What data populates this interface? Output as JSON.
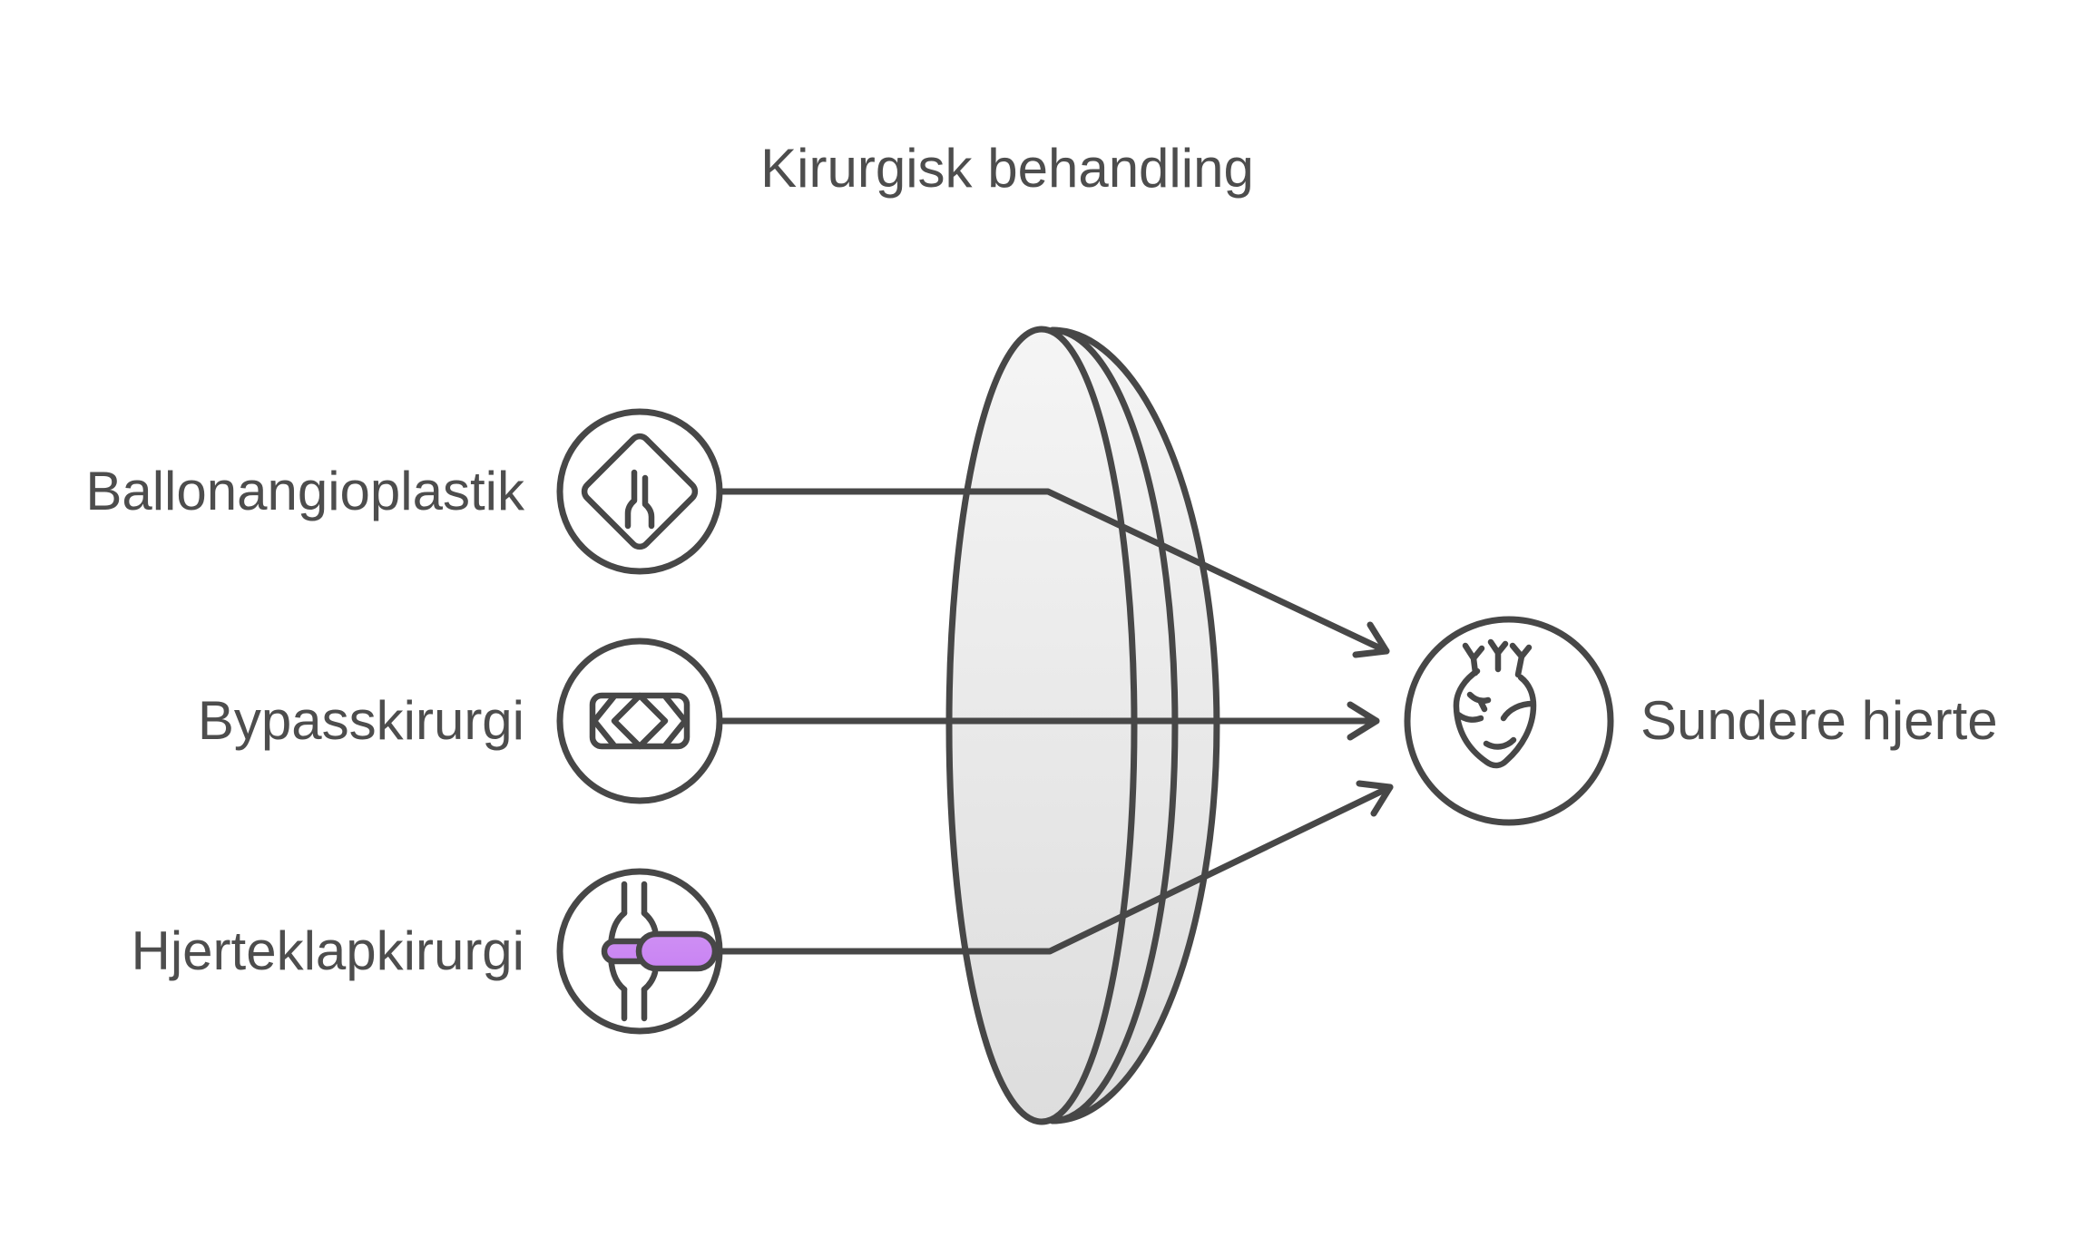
{
  "title": "Kirurgisk behandling",
  "nodes": [
    {
      "label": "Ballonangioplastik",
      "icon": "road-narrows-icon",
      "color_top": "#7aa7f8",
      "color_bottom": "#5585f2"
    },
    {
      "label": "Bypasskirurgi",
      "icon": "bypass-road-icon",
      "color_top": "#74e4a6",
      "color_bottom": "#3fd787"
    },
    {
      "label": "Hjerteklapkirurgi",
      "icon": "valve-balloon-icon",
      "color_top": "#d7a4f4",
      "color_bottom": "#c06ef2"
    }
  ],
  "outcome": {
    "label": "Sundere hjerte",
    "icon": "heart-icon",
    "color_top": "#b8b8b8",
    "color_bottom": "#8a8a8a"
  },
  "colors": {
    "background": "#ffffff",
    "stroke": "#474747",
    "text": "#4d4d4d",
    "lens_top": "#f5f5f5",
    "lens_bottom": "#dddddd"
  }
}
